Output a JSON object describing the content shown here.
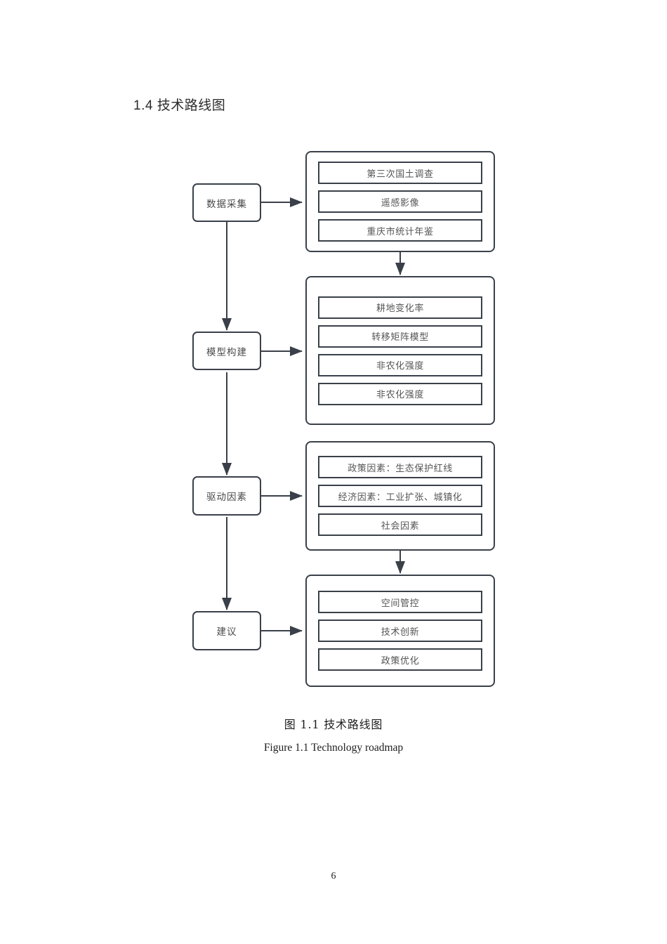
{
  "document": {
    "section_heading": "1.4 技术路线图",
    "page_number": "6",
    "caption_cn": "图 1.1 技术路线图",
    "caption_en": "Figure 1.1 Technology roadmap"
  },
  "colors": {
    "border": "#3a4049",
    "stage_text": "#4a4a4a",
    "item_text": "#555555",
    "arrow": "#3a4049",
    "page_background": "#ffffff"
  },
  "figure": {
    "type": "flowchart",
    "stages": [
      {
        "id": "stage-1",
        "label": "数据采集"
      },
      {
        "id": "stage-2",
        "label": "模型构建"
      },
      {
        "id": "stage-3",
        "label": "驱动因素"
      },
      {
        "id": "stage-4",
        "label": "建议"
      }
    ],
    "groups": [
      {
        "id": "group-1",
        "items": [
          "第三次国土调查",
          "遥感影像",
          "重庆市统计年鉴"
        ]
      },
      {
        "id": "group-2",
        "items": [
          "耕地变化率",
          "转移矩阵模型",
          "非农化强度",
          "非农化强度"
        ]
      },
      {
        "id": "group-3",
        "items": [
          "政策因素：生态保护红线",
          "经济因素：工业扩张、城镇化",
          "社会因素"
        ]
      },
      {
        "id": "group-4",
        "items": [
          "空间管控",
          "技术创新",
          "政策优化"
        ]
      }
    ],
    "connections": [
      {
        "from": "stage-1",
        "to": "group-1",
        "direction": "right"
      },
      {
        "from": "stage-1",
        "to": "stage-2",
        "direction": "down"
      },
      {
        "from": "group-1",
        "to": "group-2",
        "direction": "down"
      },
      {
        "from": "stage-2",
        "to": "group-2",
        "direction": "right"
      },
      {
        "from": "stage-2",
        "to": "stage-3",
        "direction": "down"
      },
      {
        "from": "stage-3",
        "to": "group-3",
        "direction": "right"
      },
      {
        "from": "group-3",
        "to": "group-4",
        "direction": "down"
      },
      {
        "from": "stage-3",
        "to": "stage-4",
        "direction": "down"
      },
      {
        "from": "stage-4",
        "to": "group-4",
        "direction": "right"
      }
    ]
  }
}
